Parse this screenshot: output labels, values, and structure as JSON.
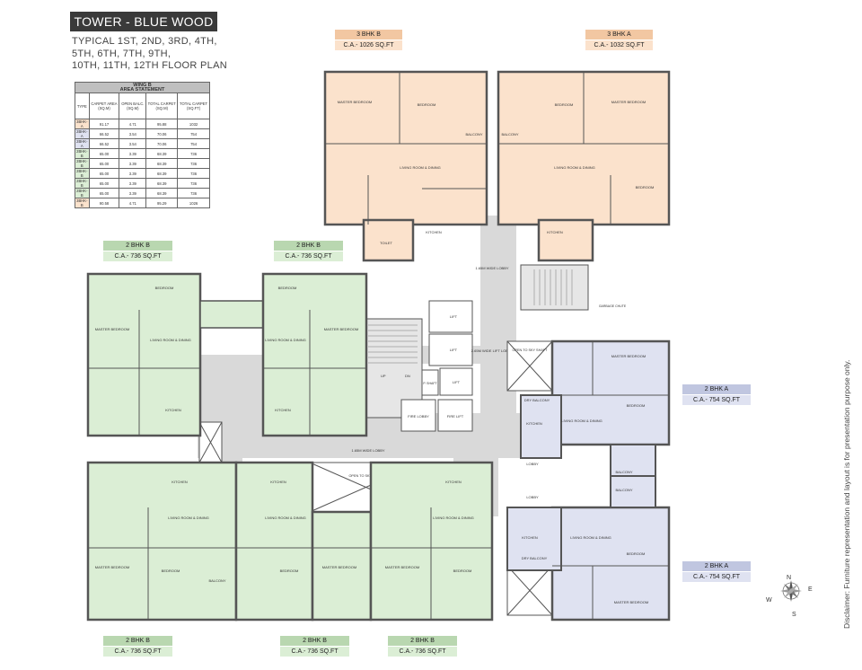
{
  "tower_title": "TOWER - BLUE WOOD",
  "floor_lines": [
    "TYPICAL 1ST, 2ND, 3RD, 4TH,",
    "5TH, 6TH, 7TH, 9TH,",
    "10TH, 11TH, 12TH FLOOR PLAN"
  ],
  "area_table": {
    "wing": "WING B",
    "heading": "AREA STATEMENT",
    "columns": [
      "TYPE",
      "CARPET AREA (SQ.M)",
      "OPEN BALC. (SQ.M)",
      "TOTAL CARPET (SQ.M)",
      "TOTAL CARPET (SQ.FT)"
    ],
    "rows": [
      [
        "3BHK- A",
        "91.17",
        "4.71",
        "95.88",
        "1032"
      ],
      [
        "2BHK- A",
        "66.52",
        "3.54",
        "70.06",
        "754"
      ],
      [
        "2BHK- A",
        "66.52",
        "3.54",
        "70.06",
        "754"
      ],
      [
        "2BHK- B",
        "65.00",
        "3.39",
        "68.39",
        "736"
      ],
      [
        "2BHK- B",
        "65.00",
        "3.39",
        "68.39",
        "736"
      ],
      [
        "2BHK- B",
        "65.00",
        "3.39",
        "68.39",
        "736"
      ],
      [
        "2BHK- B",
        "65.00",
        "3.39",
        "68.39",
        "736"
      ],
      [
        "2BHK- B",
        "65.00",
        "3.39",
        "68.39",
        "736"
      ],
      [
        "3BHK- B",
        "90.58",
        "4.71",
        "95.29",
        "1026"
      ]
    ],
    "row_colors": [
      "#fbe2cc",
      "#dfe2f1",
      "#dfe2f1",
      "#dbeed5",
      "#dbeed5",
      "#dbeed5",
      "#dbeed5",
      "#dbeed5",
      "#fbe2cc"
    ]
  },
  "unit_tags": [
    {
      "type": "3 BHK B",
      "area": "C.A.- 1026 SQ.FT",
      "style": "orange"
    },
    {
      "type": "3 BHK A",
      "area": "C.A.- 1032 SQ.FT",
      "style": "orange"
    },
    {
      "type": "2 BHK B",
      "area": "C.A.- 736 SQ.FT",
      "style": "green"
    },
    {
      "type": "2 BHK B",
      "area": "C.A.- 736 SQ.FT",
      "style": "green"
    },
    {
      "type": "2 BHK A",
      "area": "C.A.- 754 SQ.FT",
      "style": "blue"
    },
    {
      "type": "2 BHK A",
      "area": "C.A.- 754 SQ.FT",
      "style": "blue"
    },
    {
      "type": "2 BHK B",
      "area": "C.A.- 736 SQ.FT",
      "style": "green"
    },
    {
      "type": "2 BHK B",
      "area": "C.A.- 736 SQ.FT",
      "style": "green"
    },
    {
      "type": "2 BHK B",
      "area": "C.A.- 736 SQ.FT",
      "style": "green"
    }
  ],
  "plan_labels": {
    "lobby_wide": "1.65M WIDE LOBBY",
    "lift_lobby": "2.65M WIDE LIFT LOBBY",
    "lobby_center": "1.65M WIDE LOBBY",
    "lift": "LIFT",
    "fire_lift": "FIRE LIFT",
    "fire_lobby": "FIRE LOBBY",
    "p_shaft": "P. SHAFT",
    "open_to_sky": "OPEN TO SKY SHAFT",
    "garbage": "GARBAGE CHUTE",
    "up": "UP",
    "dn": "DN",
    "living": "LIVING ROOM & DINING",
    "master": "MASTER BEDROOM",
    "bedroom": "BEDROOM",
    "kitchen": "KITCHEN",
    "toilet": "TOILET",
    "balcony": "BALCONY",
    "dry_balcony": "DRY BALCONY",
    "lobby": "LOBBY"
  },
  "compass": {
    "n": "N",
    "s": "S",
    "e": "E",
    "w": "W"
  },
  "disclaimer": "Disclaimer: Furniture representation and layout is for presentation purpose only.",
  "colors": {
    "green": "#dbeed5",
    "orange": "#fbe2cc",
    "blue": "#dfe2f1",
    "core": "#d9d9d9",
    "wall": "#555555"
  }
}
